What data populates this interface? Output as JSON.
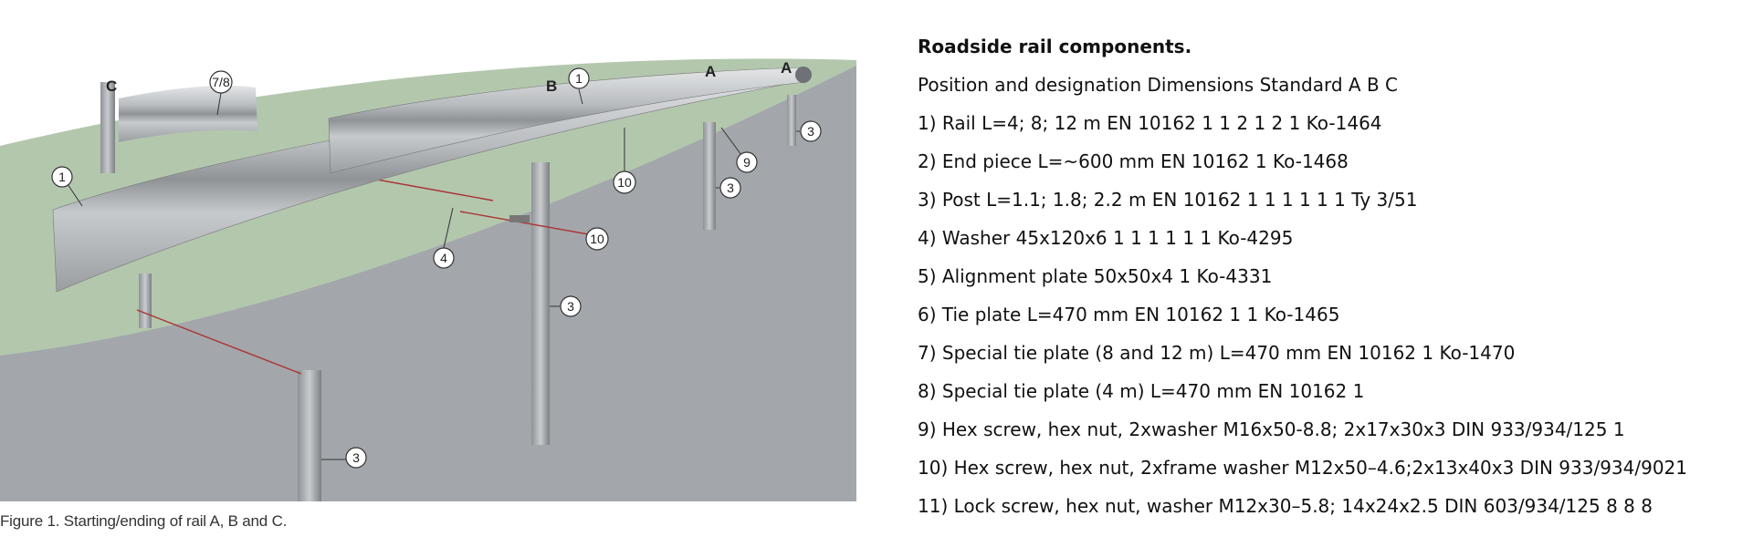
{
  "figure": {
    "caption": "Figure 1. Starting/ending of rail A, B and C.",
    "letters": {
      "c": "C",
      "b": "B",
      "a1": "A",
      "a2": "A"
    },
    "callouts": {
      "p78": "7/8",
      "p1_left": "1",
      "p1_top": "1",
      "p9": "9",
      "p3_far": "3",
      "p3_mid": "3",
      "p10_mid": "10",
      "p10_bolt": "10",
      "p4": "4",
      "p3_center": "3",
      "p3_bottom": "3"
    }
  },
  "components": {
    "title": "Roadside rail components.",
    "header": "Position and designation Dimensions Standard A B C",
    "items": [
      "1) Rail L=4; 8; 12 m EN 10162 1 1 2 1 2 1 Ko-1464",
      "2) End piece L=~600 mm EN 10162 1 Ko-1468",
      "3) Post L=1.1; 1.8; 2.2 m EN 10162 1 1 1 1 1 1 Ty 3/51",
      "4) Washer 45x120x6 1 1 1 1 1 1 Ko-4295",
      "5) Alignment plate 50x50x4 1 Ko-4331",
      "6) Tie plate L=470 mm EN 10162 1 1 Ko-1465",
      "7) Special tie plate (8 and 12 m) L=470 mm EN 10162 1 Ko-1470",
      "8) Special tie plate (4 m) L=470 mm EN 10162 1",
      "9) Hex screw, hex nut, 2xwasher M16x50-8.8; 2x17x30x3 DIN 933/934/125 1",
      "10) Hex screw, hex nut, 2xframe washer M12x50–4.6;2x13x40x3 DIN 933/934/9021",
      "11) Lock screw, hex nut, washer M12x30–5.8; 14x24x2.5 DIN 603/934/125 8 8 8"
    ]
  }
}
